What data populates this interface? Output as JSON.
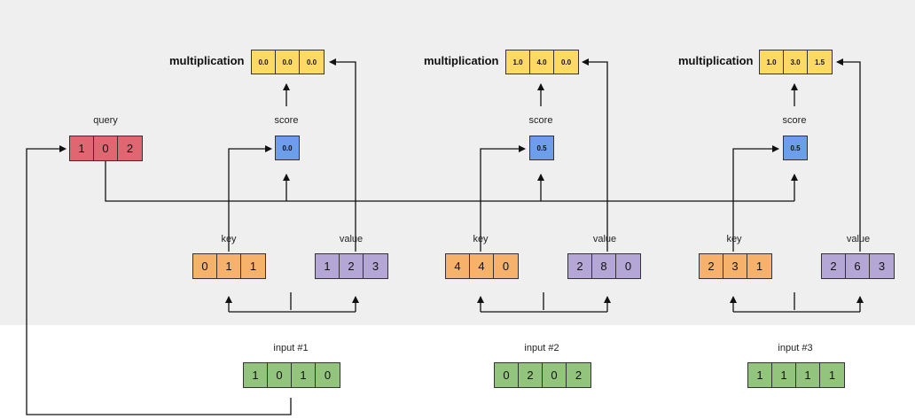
{
  "query": {
    "label": "query",
    "values": [
      "1",
      "0",
      "2"
    ]
  },
  "blocks": [
    {
      "input_label": "input #1",
      "input": [
        "1",
        "0",
        "1",
        "0"
      ],
      "key_label": "key",
      "key": [
        "0",
        "1",
        "1"
      ],
      "value_label": "value",
      "value": [
        "1",
        "2",
        "3"
      ],
      "score_label": "score",
      "score": "0.0",
      "mult_label": "multiplication",
      "mult": [
        "0.0",
        "0.0",
        "0.0"
      ]
    },
    {
      "input_label": "input #2",
      "input": [
        "0",
        "2",
        "0",
        "2"
      ],
      "key_label": "key",
      "key": [
        "4",
        "4",
        "0"
      ],
      "value_label": "value",
      "value": [
        "2",
        "8",
        "0"
      ],
      "score_label": "score",
      "score": "0.5",
      "mult_label": "multiplication",
      "mult": [
        "1.0",
        "4.0",
        "0.0"
      ]
    },
    {
      "input_label": "input #3",
      "input": [
        "1",
        "1",
        "1",
        "1"
      ],
      "key_label": "key",
      "key": [
        "2",
        "3",
        "1"
      ],
      "value_label": "value",
      "value": [
        "2",
        "6",
        "3"
      ],
      "score_label": "score",
      "score": "0.5",
      "mult_label": "multiplication",
      "mult": [
        "1.0",
        "3.0",
        "1.5"
      ]
    }
  ],
  "colors": {
    "query": "#e06672",
    "key": "#f6b26b",
    "value": "#b4a7d6",
    "input": "#93c47d",
    "multiplication": "#ffd966",
    "score": "#6d9eeb"
  }
}
